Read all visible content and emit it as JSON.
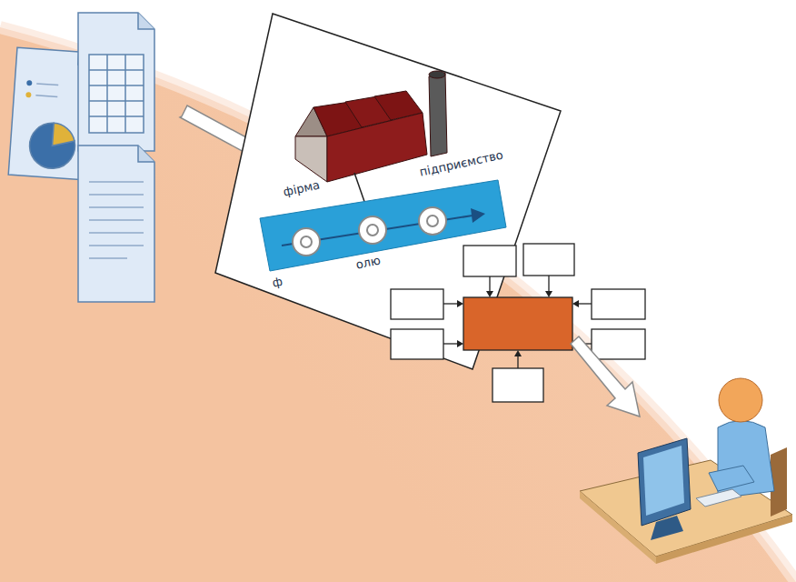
{
  "diagram": {
    "labels": [
      "фірма",
      "підприємство",
      "ф",
      "олю"
    ]
  }
}
